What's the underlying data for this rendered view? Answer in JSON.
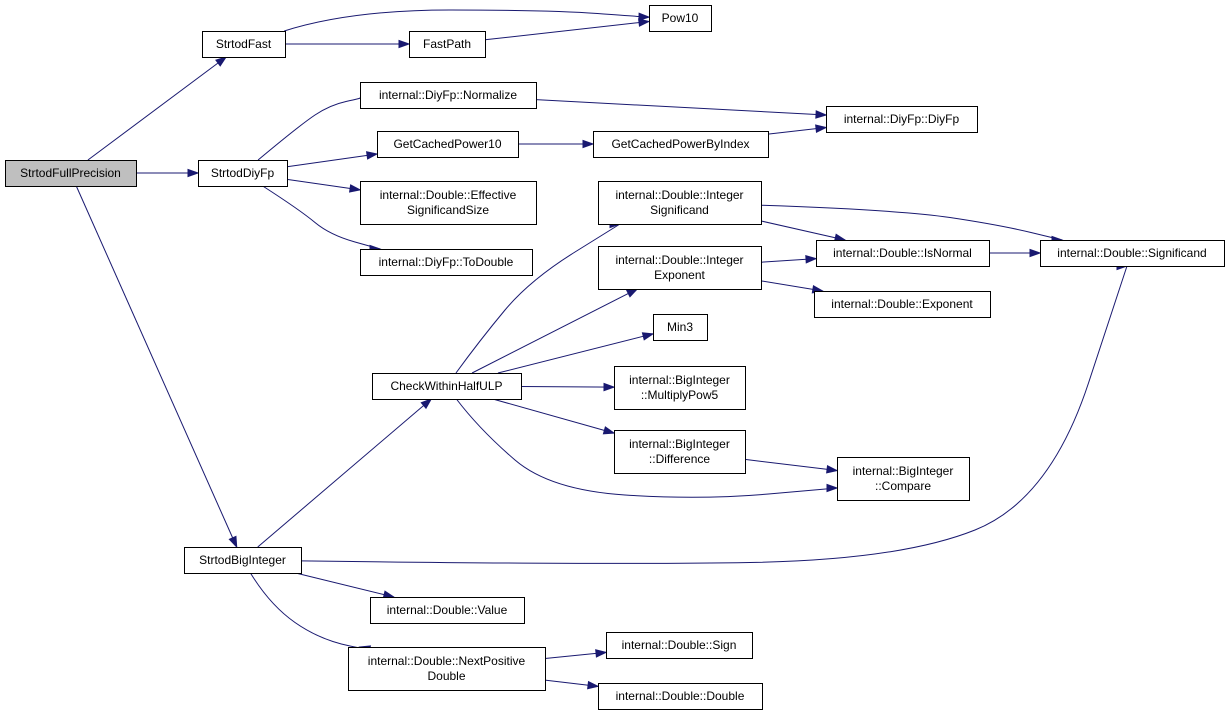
{
  "graph": {
    "nodes": [
      {
        "id": "full_precision",
        "lines": [
          "StrtodFullPrecision"
        ],
        "root": true
      },
      {
        "id": "fast",
        "lines": [
          "StrtodFast"
        ]
      },
      {
        "id": "pow10",
        "lines": [
          "Pow10"
        ]
      },
      {
        "id": "fastpath",
        "lines": [
          "FastPath"
        ]
      },
      {
        "id": "diyfp_fn",
        "lines": [
          "StrtodDiyFp"
        ]
      },
      {
        "id": "normalize",
        "lines": [
          "internal::DiyFp::Normalize"
        ]
      },
      {
        "id": "cached_power10",
        "lines": [
          "GetCachedPower10"
        ]
      },
      {
        "id": "cached_by_index",
        "lines": [
          "GetCachedPowerByIndex"
        ]
      },
      {
        "id": "diyfp_ctor",
        "lines": [
          "internal::DiyFp::DiyFp"
        ]
      },
      {
        "id": "effective_size",
        "lines": [
          "internal::Double::Effective",
          "SignificandSize"
        ]
      },
      {
        "id": "to_double",
        "lines": [
          "internal::DiyFp::ToDouble"
        ]
      },
      {
        "id": "int_significand",
        "lines": [
          "internal::Double::Integer",
          "Significand"
        ]
      },
      {
        "id": "int_exponent",
        "lines": [
          "internal::Double::Integer",
          "Exponent"
        ]
      },
      {
        "id": "is_normal",
        "lines": [
          "internal::Double::IsNormal"
        ]
      },
      {
        "id": "significand",
        "lines": [
          "internal::Double::Significand"
        ]
      },
      {
        "id": "exponent",
        "lines": [
          "internal::Double::Exponent"
        ]
      },
      {
        "id": "min3",
        "lines": [
          "Min3"
        ]
      },
      {
        "id": "check_half_ulp",
        "lines": [
          "CheckWithinHalfULP"
        ]
      },
      {
        "id": "multiply_pow5",
        "lines": [
          "internal::BigInteger",
          "::MultiplyPow5"
        ]
      },
      {
        "id": "difference",
        "lines": [
          "internal::BigInteger",
          "::Difference"
        ]
      },
      {
        "id": "compare",
        "lines": [
          "internal::BigInteger",
          "::Compare"
        ]
      },
      {
        "id": "big_integer",
        "lines": [
          "StrtodBigInteger"
        ]
      },
      {
        "id": "value",
        "lines": [
          "internal::Double::Value"
        ]
      },
      {
        "id": "next_positive",
        "lines": [
          "internal::Double::NextPositive",
          "Double"
        ]
      },
      {
        "id": "sign",
        "lines": [
          "internal::Double::Sign"
        ]
      },
      {
        "id": "double_ctor",
        "lines": [
          "internal::Double::Double"
        ]
      }
    ],
    "edges": [
      {
        "from": "full_precision",
        "to": "fast"
      },
      {
        "from": "full_precision",
        "to": "diyfp_fn"
      },
      {
        "from": "full_precision",
        "to": "big_integer"
      },
      {
        "from": "fast",
        "to": "pow10"
      },
      {
        "from": "fast",
        "to": "fastpath"
      },
      {
        "from": "fastpath",
        "to": "pow10"
      },
      {
        "from": "diyfp_fn",
        "to": "normalize"
      },
      {
        "from": "diyfp_fn",
        "to": "cached_power10"
      },
      {
        "from": "diyfp_fn",
        "to": "effective_size"
      },
      {
        "from": "diyfp_fn",
        "to": "to_double"
      },
      {
        "from": "normalize",
        "to": "diyfp_ctor"
      },
      {
        "from": "cached_power10",
        "to": "cached_by_index"
      },
      {
        "from": "cached_by_index",
        "to": "diyfp_ctor"
      },
      {
        "from": "check_half_ulp",
        "to": "int_significand"
      },
      {
        "from": "check_half_ulp",
        "to": "int_exponent"
      },
      {
        "from": "check_half_ulp",
        "to": "min3"
      },
      {
        "from": "check_half_ulp",
        "to": "multiply_pow5"
      },
      {
        "from": "check_half_ulp",
        "to": "difference"
      },
      {
        "from": "check_half_ulp",
        "to": "compare"
      },
      {
        "from": "int_significand",
        "to": "is_normal"
      },
      {
        "from": "int_significand",
        "to": "significand"
      },
      {
        "from": "int_exponent",
        "to": "is_normal"
      },
      {
        "from": "int_exponent",
        "to": "exponent"
      },
      {
        "from": "is_normal",
        "to": "significand"
      },
      {
        "from": "difference",
        "to": "compare"
      },
      {
        "from": "big_integer",
        "to": "check_half_ulp"
      },
      {
        "from": "big_integer",
        "to": "significand"
      },
      {
        "from": "big_integer",
        "to": "value"
      },
      {
        "from": "big_integer",
        "to": "next_positive"
      },
      {
        "from": "next_positive",
        "to": "sign"
      },
      {
        "from": "next_positive",
        "to": "double_ctor"
      }
    ]
  }
}
